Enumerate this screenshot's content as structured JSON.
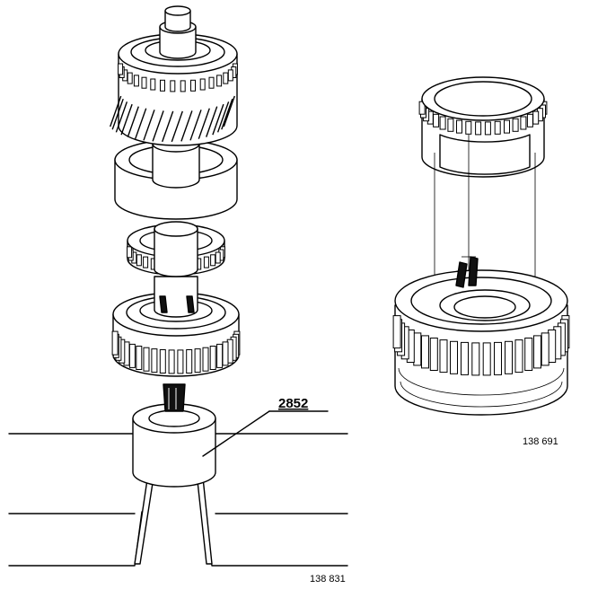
{
  "labels": {
    "tool_number": "2852",
    "figure_ref_left": "138 831",
    "figure_ref_right": "138 691"
  },
  "colors": {
    "ink": "#000000",
    "paper": "#ffffff"
  }
}
